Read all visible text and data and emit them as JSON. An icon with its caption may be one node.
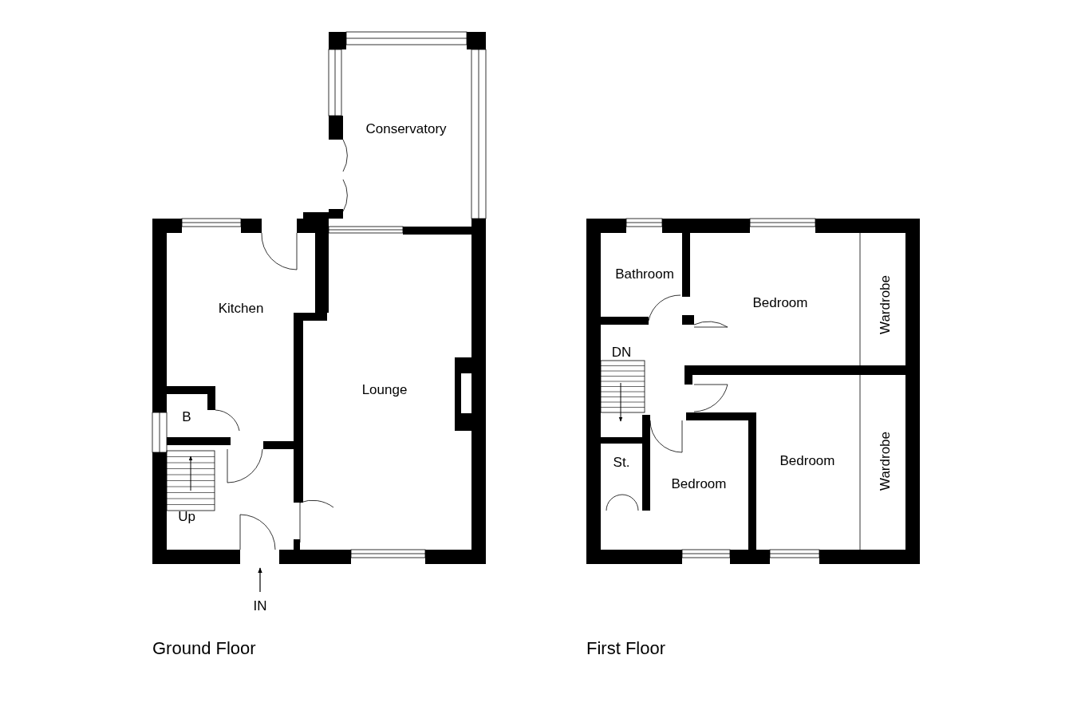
{
  "diagram": {
    "labels": [
      "Conservatory",
      "Kitchen",
      "Lounge",
      "B",
      "Up",
      "IN",
      "Ground Floor",
      "Bathroom",
      "Bedroom",
      "Wardrobe",
      "DN",
      "Bedroom",
      "Wardrobe",
      "St.",
      "Bedroom",
      "First Floor"
    ]
  }
}
